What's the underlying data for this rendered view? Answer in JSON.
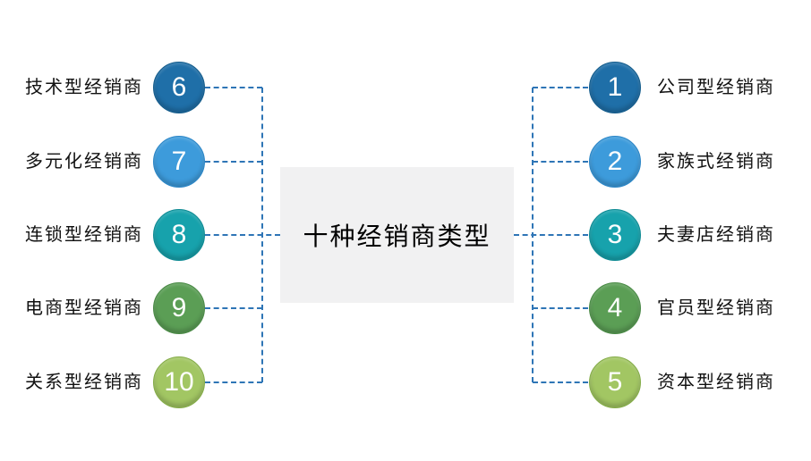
{
  "title_box": {
    "text": "十种经销商类型",
    "bg": "#F1F1F2"
  },
  "connector_color": "#2E75B6",
  "left_items": [
    {
      "number": "6",
      "label": "技术型经销商",
      "color": "#1F6FA8",
      "border": "#155D8C"
    },
    {
      "number": "7",
      "label": "多元化经销商",
      "color": "#3D9BDB",
      "border": "#2B86C7"
    },
    {
      "number": "8",
      "label": "连锁型经销商",
      "color": "#17A2AC",
      "border": "#0E8A93"
    },
    {
      "number": "9",
      "label": "电商型经销商",
      "color": "#5B9E55",
      "border": "#4A8A46"
    },
    {
      "number": "10",
      "label": "关系型经销商",
      "color": "#A2C663",
      "border": "#84AC48"
    }
  ],
  "right_items": [
    {
      "number": "1",
      "label": "公司型经销商",
      "color": "#1F6FA8",
      "border": "#155D8C"
    },
    {
      "number": "2",
      "label": "家族式经销商",
      "color": "#3D9BDB",
      "border": "#2B86C7"
    },
    {
      "number": "3",
      "label": "夫妻店经销商",
      "color": "#17A2AC",
      "border": "#0E8A93"
    },
    {
      "number": "4",
      "label": "官员型经销商",
      "color": "#5B9E55",
      "border": "#4A8A46"
    },
    {
      "number": "5",
      "label": "资本型经销商",
      "color": "#A2C663",
      "border": "#84AC48"
    }
  ]
}
